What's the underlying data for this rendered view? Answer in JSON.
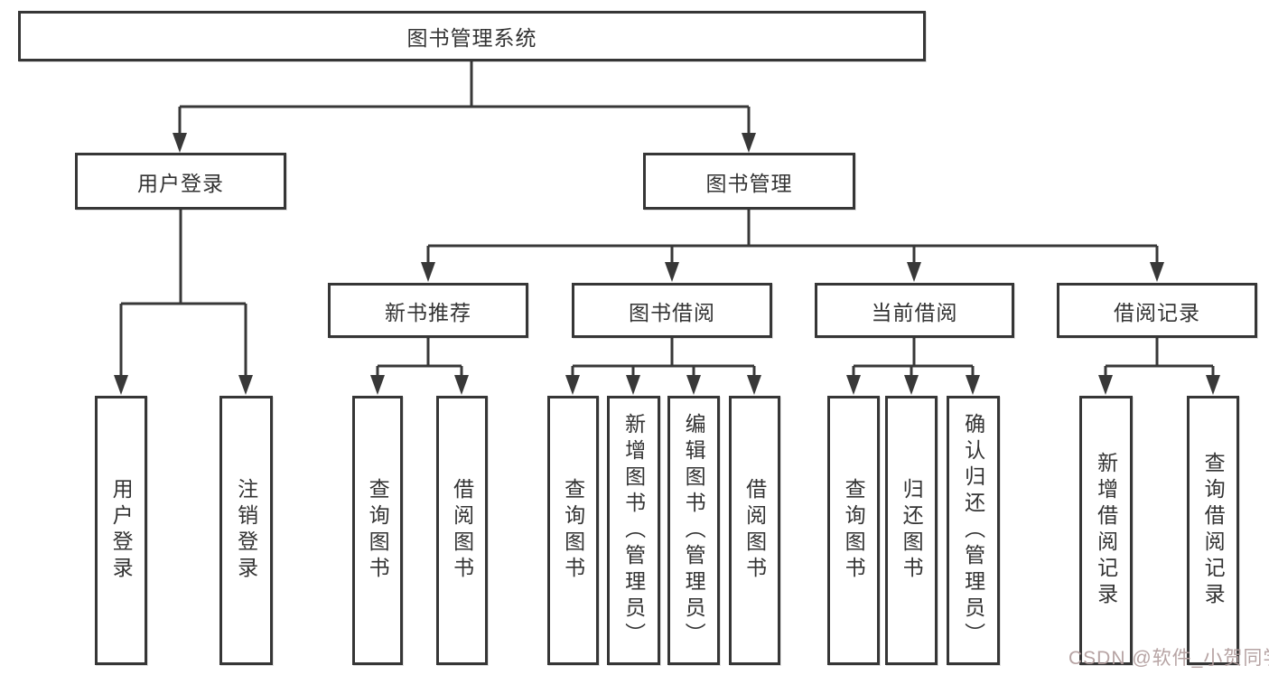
{
  "diagram": {
    "root": {
      "label": "图书管理系统"
    },
    "level2": [
      "用户登录",
      "图书管理"
    ],
    "level3": [
      "新书推荐",
      "图书借阅",
      "当前借阅",
      "借阅记录"
    ],
    "leaves": {
      "user": [
        "用户登录",
        "注销登录"
      ],
      "newbook": [
        "查询图书",
        "借阅图书"
      ],
      "borrow": [
        "查询图书",
        "新增图书（管理员）",
        "编辑图书（管理员）",
        "借阅图书"
      ],
      "current": [
        "查询图书",
        "归还图书",
        "确认归还（管理员）"
      ],
      "records": [
        "新增借阅记录",
        "查询借阅记录"
      ]
    }
  },
  "watermark": {
    "text": "CSDN @软件_小贺同学"
  },
  "colors": {
    "line": "#383838",
    "border": "#363636",
    "text": "#333333",
    "background": "#ffffff",
    "watermark": "#b29e9e"
  }
}
